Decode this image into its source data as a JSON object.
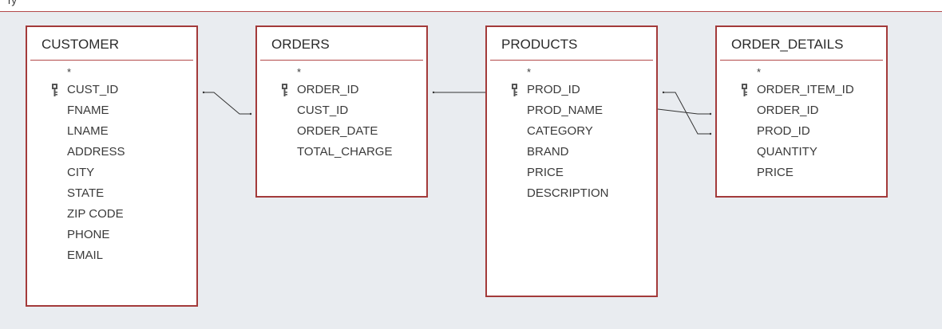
{
  "header": {
    "partial_text": "ry"
  },
  "tables": [
    {
      "name": "CUSTOMER",
      "fields": [
        {
          "label": "*",
          "key": false
        },
        {
          "label": "CUST_ID",
          "key": true
        },
        {
          "label": "FNAME",
          "key": false
        },
        {
          "label": "LNAME",
          "key": false
        },
        {
          "label": "ADDRESS",
          "key": false
        },
        {
          "label": "CITY",
          "key": false
        },
        {
          "label": "STATE",
          "key": false
        },
        {
          "label": "ZIP CODE",
          "key": false
        },
        {
          "label": "PHONE",
          "key": false
        },
        {
          "label": "EMAIL",
          "key": false
        }
      ]
    },
    {
      "name": "ORDERS",
      "fields": [
        {
          "label": "*",
          "key": false
        },
        {
          "label": "ORDER_ID",
          "key": true
        },
        {
          "label": "CUST_ID",
          "key": false
        },
        {
          "label": "ORDER_DATE",
          "key": false
        },
        {
          "label": "TOTAL_CHARGE",
          "key": false
        }
      ]
    },
    {
      "name": "PRODUCTS",
      "fields": [
        {
          "label": "*",
          "key": false
        },
        {
          "label": "PROD_ID",
          "key": true
        },
        {
          "label": "PROD_NAME",
          "key": false
        },
        {
          "label": "CATEGORY",
          "key": false
        },
        {
          "label": "BRAND",
          "key": false
        },
        {
          "label": "PRICE",
          "key": false
        },
        {
          "label": "DESCRIPTION",
          "key": false
        }
      ]
    },
    {
      "name": "ORDER_DETAILS",
      "fields": [
        {
          "label": "*",
          "key": false
        },
        {
          "label": "ORDER_ITEM_ID",
          "key": true
        },
        {
          "label": "ORDER_ID",
          "key": false
        },
        {
          "label": "PROD_ID",
          "key": false
        },
        {
          "label": "QUANTITY",
          "key": false
        },
        {
          "label": "PRICE",
          "key": false
        }
      ]
    }
  ],
  "icons": {
    "primary_key": "key-icon"
  },
  "colors": {
    "table_border": "#a33a3a",
    "canvas_background": "#e9ecf0",
    "link_line": "#333333"
  }
}
